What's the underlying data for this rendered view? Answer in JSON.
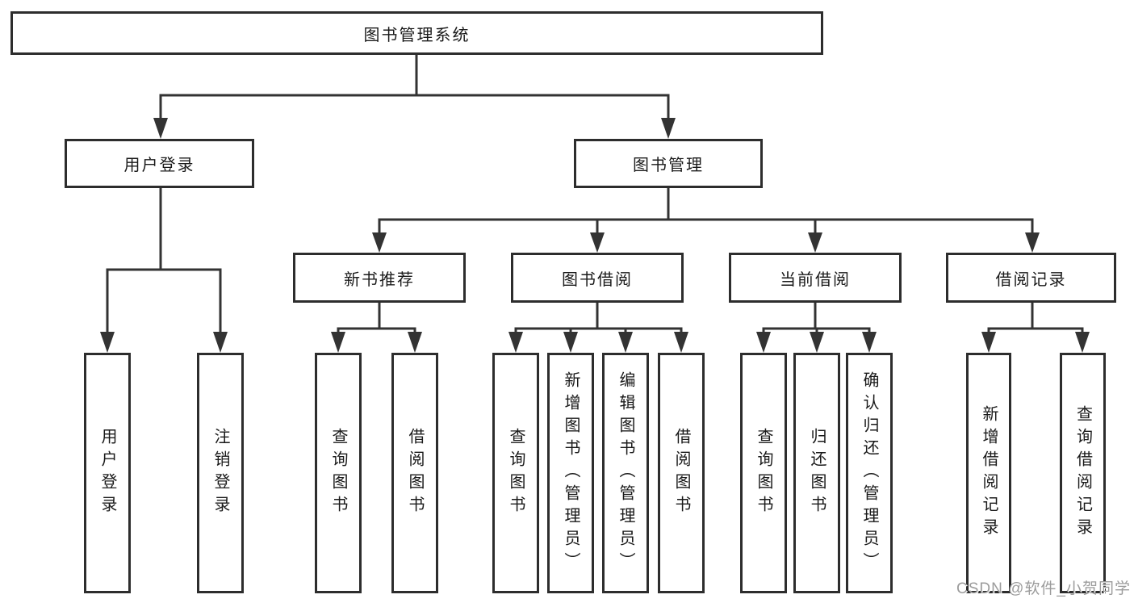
{
  "diagram": {
    "colors": {
      "line": "#333333",
      "box_border": "#2d2d2d",
      "box_fill": "#ffffff",
      "text": "#1a1a1a",
      "watermark_gray": "#9c9c9c"
    },
    "root": {
      "label": "图书管理系统"
    },
    "level2": [
      {
        "id": "user-login",
        "label": "用户登录"
      },
      {
        "id": "book-management",
        "label": "图书管理"
      }
    ],
    "level3": [
      {
        "id": "new-book-recommend",
        "label": "新书推荐"
      },
      {
        "id": "book-borrowing",
        "label": "图书借阅"
      },
      {
        "id": "current-borrowing",
        "label": "当前借阅"
      },
      {
        "id": "borrowing-records",
        "label": "借阅记录"
      }
    ],
    "leaves": [
      {
        "label": "用户登录"
      },
      {
        "label": "注销登录"
      },
      {
        "label": "查询图书"
      },
      {
        "label": "借阅图书"
      },
      {
        "label": "查询图书"
      },
      {
        "label": "新增图书（管理员）"
      },
      {
        "label": "编辑图书（管理员）"
      },
      {
        "label": "借阅图书"
      },
      {
        "label": "查询图书"
      },
      {
        "label": "归还图书"
      },
      {
        "label": "确认归还（管理员）"
      },
      {
        "label": "新增借阅记录"
      },
      {
        "label": "查询借阅记录"
      }
    ],
    "watermark": "CSDN @软件_小贺同学"
  }
}
